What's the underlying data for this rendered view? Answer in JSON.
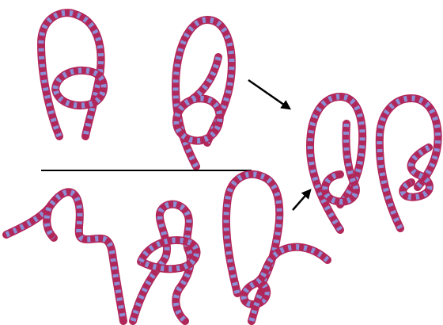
{
  "colors": {
    "background": "#ffffff",
    "rope": "#b2275a",
    "rope_pattern": "#8b8fd6",
    "ink": "#000000"
  },
  "figure": {
    "panels": [
      {
        "id": "step-1"
      },
      {
        "id": "step-2"
      },
      {
        "id": "step-3"
      },
      {
        "id": "result-a"
      },
      {
        "id": "result-b"
      },
      {
        "id": "alt-step-1"
      },
      {
        "id": "alt-step-2"
      }
    ],
    "arrows": [
      "arrow-top",
      "arrow-bottom"
    ],
    "has_divider": true
  }
}
